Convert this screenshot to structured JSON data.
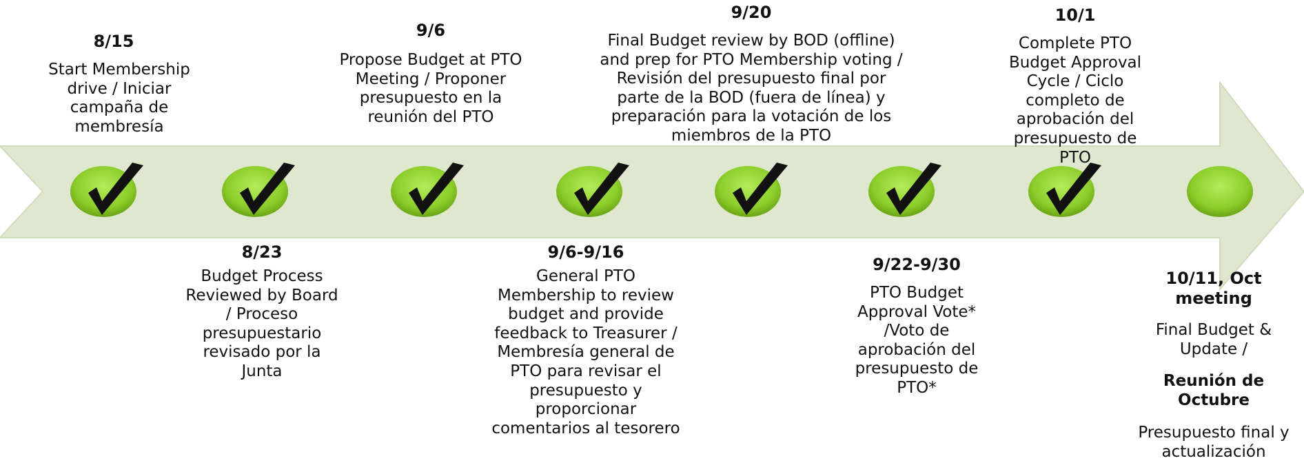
{
  "milestones": [
    {
      "date": "8/15",
      "text": "Start Membership drive / Iniciar campaña de membresía",
      "completed": true
    },
    {
      "date": "8/23",
      "text": "Budget Process Reviewed by Board / Proceso presupuestario revisado por la Junta",
      "completed": true
    },
    {
      "date": "9/6",
      "text": "Propose Budget at PTO Meeting /  Proponer presupuesto en la reunión del PTO",
      "completed": true
    },
    {
      "date": "9/6-9/16",
      "text": "General PTO Membership to review budget and provide feedback to Treasurer / Membresía general de PTO para revisar el presupuesto y proporcionar comentarios al tesorero",
      "completed": true
    },
    {
      "date": "9/20",
      "text": "Final Budget review by BOD (offline) and prep for PTO Membership voting / Revisión del presupuesto final por parte de la BOD (fuera de línea) y preparación para la votación de los miembros de la PTO",
      "completed": true
    },
    {
      "date": "9/22-9/30",
      "text": "PTO Budget Approval Vote* /Voto de aprobación del presupuesto de PTO*",
      "completed": true
    },
    {
      "date": "10/1",
      "text": "Complete PTO Budget Approval Cycle / Ciclo completo de aprobación del presupuesto de PTO",
      "completed": true
    },
    {
      "date": "10/11, Oct meeting",
      "text": "Final Budget & Update /",
      "bold_text": "Reunión de Octubre",
      "text2": "Presupuesto final y actualización",
      "completed": false
    }
  ],
  "colors": {
    "arrow": "#dfe8cf",
    "arrow_stroke": "#c9d6b4",
    "circle_light": "#a6e04a",
    "circle_dark": "#6fae17",
    "check": "#111111"
  }
}
